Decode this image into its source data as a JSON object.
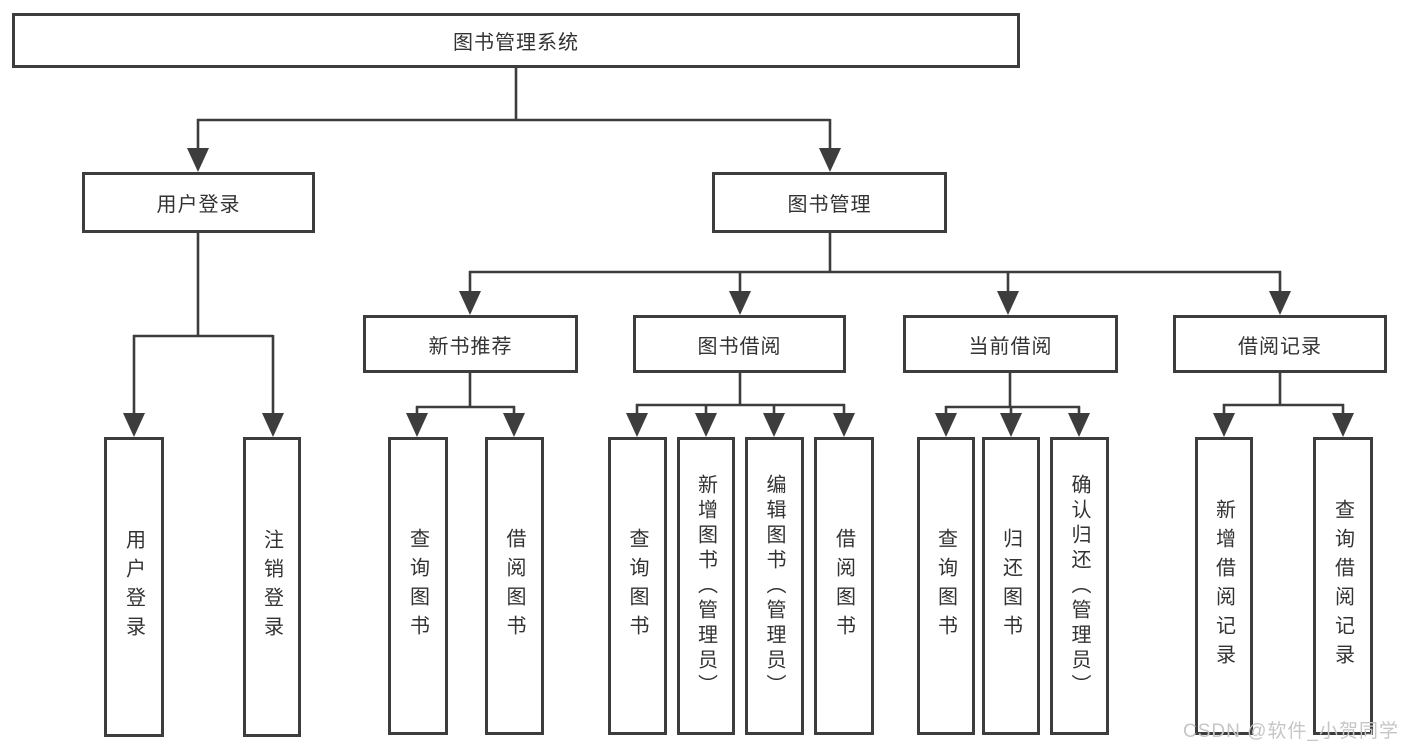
{
  "diagram": {
    "type": "hierarchy-tree",
    "title": "图书管理系统",
    "colors": {
      "line": "#3d3d3d",
      "text": "#333333",
      "background": "#ffffff",
      "watermark": "#c6c6c6"
    },
    "watermark": "CSDN @软件_小贺同学",
    "nodes": [
      {
        "id": "root",
        "label": "图书管理系统",
        "parent": null
      },
      {
        "id": "user-login-group",
        "label": "用户登录",
        "parent": "root"
      },
      {
        "id": "book-management",
        "label": "图书管理",
        "parent": "root"
      },
      {
        "id": "user-login",
        "label": "用户登录",
        "parent": "user-login-group"
      },
      {
        "id": "logout",
        "label": "注销登录",
        "parent": "user-login-group"
      },
      {
        "id": "new-book-recommend",
        "label": "新书推荐",
        "parent": "book-management"
      },
      {
        "id": "book-borrowing",
        "label": "图书借阅",
        "parent": "book-management"
      },
      {
        "id": "current-borrowing",
        "label": "当前借阅",
        "parent": "book-management"
      },
      {
        "id": "borrowing-records",
        "label": "借阅记录",
        "parent": "book-management"
      },
      {
        "id": "query-books-recommend",
        "label": "查询图书",
        "parent": "new-book-recommend"
      },
      {
        "id": "borrow-books-recommend",
        "label": "借阅图书",
        "parent": "new-book-recommend"
      },
      {
        "id": "query-books-borrow",
        "label": "查询图书",
        "parent": "book-borrowing"
      },
      {
        "id": "add-books-admin",
        "label": "新增图书（管理员）",
        "parent": "book-borrowing"
      },
      {
        "id": "edit-books-admin",
        "label": "编辑图书（管理员）",
        "parent": "book-borrowing"
      },
      {
        "id": "borrow-books-borrow",
        "label": "借阅图书",
        "parent": "book-borrowing"
      },
      {
        "id": "query-books-current",
        "label": "查询图书",
        "parent": "current-borrowing"
      },
      {
        "id": "return-books",
        "label": "归还图书",
        "parent": "current-borrowing"
      },
      {
        "id": "confirm-return-admin",
        "label": "确认归还（管理员）",
        "parent": "current-borrowing"
      },
      {
        "id": "add-borrowing-record",
        "label": "新增借阅记录",
        "parent": "borrowing-records"
      },
      {
        "id": "query-borrowing-record",
        "label": "查询借阅记录",
        "parent": "borrowing-records"
      }
    ]
  }
}
